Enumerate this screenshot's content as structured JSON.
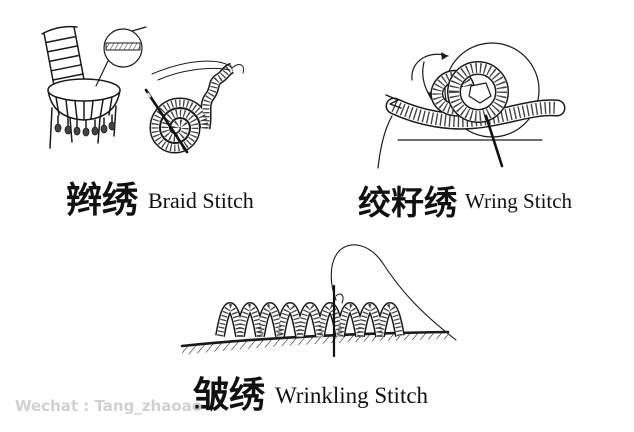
{
  "stitches": [
    {
      "chinese": "辫绣",
      "english": "Braid Stitch",
      "illustration": "chair-and-braid-coil"
    },
    {
      "chinese": "绞籽绣",
      "english": "Wring Stitch",
      "illustration": "knotted-braid-loop"
    },
    {
      "chinese": "皱绣",
      "english": "Wrinkling Stitch",
      "illustration": "wavy-braid-on-fabric"
    }
  ],
  "watermark": "Wechat : Tang_zhaoao",
  "colors": {
    "ink": "#1a1a1a",
    "background": "#ffffff",
    "watermark": "#cdcdcd"
  }
}
